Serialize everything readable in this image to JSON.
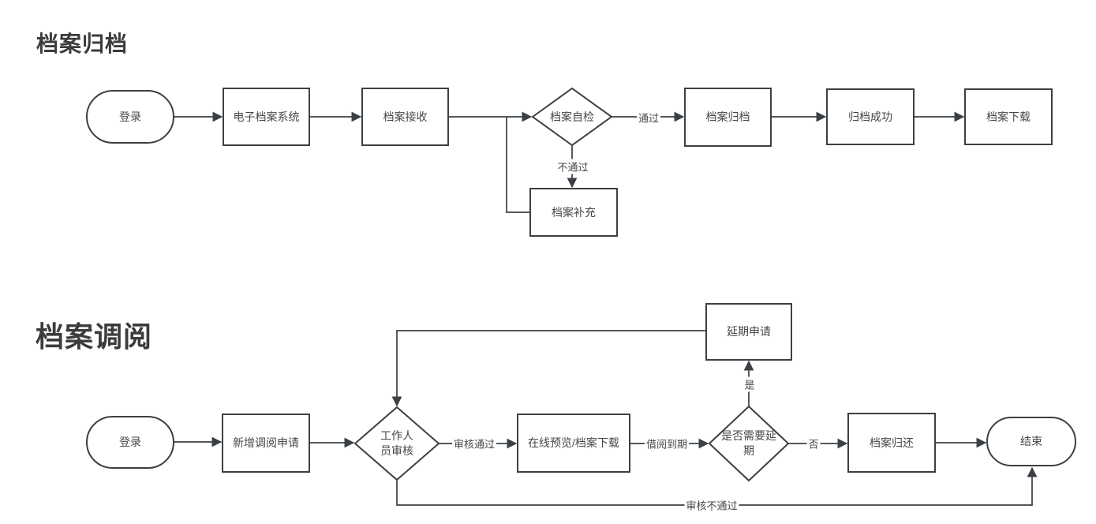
{
  "page": {
    "background": "#ffffff",
    "stroke_color": "#3b4045",
    "text_color": "#474747",
    "title_color": "#3c3c3c"
  },
  "flow_archive": {
    "title": "档案归档",
    "nodes": {
      "login": "登录",
      "system": "电子档案系统",
      "receive": "档案接收",
      "self_check": "档案自检",
      "archive": "档案归档",
      "success": "归档成功",
      "download": "档案下载",
      "supplement": "档案补充"
    },
    "edge_labels": {
      "pass": "通过",
      "fail": "不通过"
    }
  },
  "flow_retrieval": {
    "title": "档案调阅",
    "nodes": {
      "login": "登录",
      "new_request": "新增调阅申请",
      "staff_review": "工作人员审核",
      "preview_download": "在线预览/档案下载",
      "need_extension": "是否需要延期",
      "extension_request": "延期申请",
      "archive_return": "档案归还",
      "end": "结束"
    },
    "edge_labels": {
      "review_pass": "审核通过",
      "loan_due": "借阅到期",
      "yes": "是",
      "no": "否",
      "review_fail": "审核不通过"
    }
  }
}
